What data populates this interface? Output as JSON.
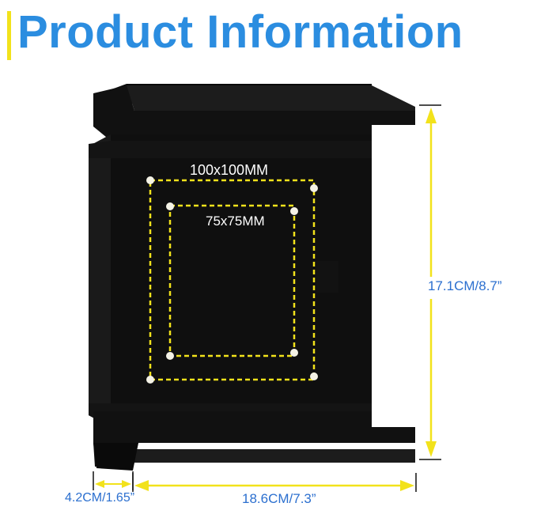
{
  "header": {
    "title": "Product Information"
  },
  "colors": {
    "title": "#2b8de0",
    "accent": "#f2e21b",
    "dimension_line": "#f2e21b",
    "dimension_text": "#2b6fcf",
    "bracket": "#0d0d0d",
    "vesa_outline": "#f2e21b"
  },
  "vesa": {
    "large_label": "100x100MM",
    "small_label": "75x75MM"
  },
  "dimensions": {
    "height_label": "17.1CM/8.7”",
    "width_label": "18.6CM/7.3”",
    "depth_label": "4.2CM/1.65”"
  },
  "icons": [
    "mounting-hole-icon"
  ]
}
